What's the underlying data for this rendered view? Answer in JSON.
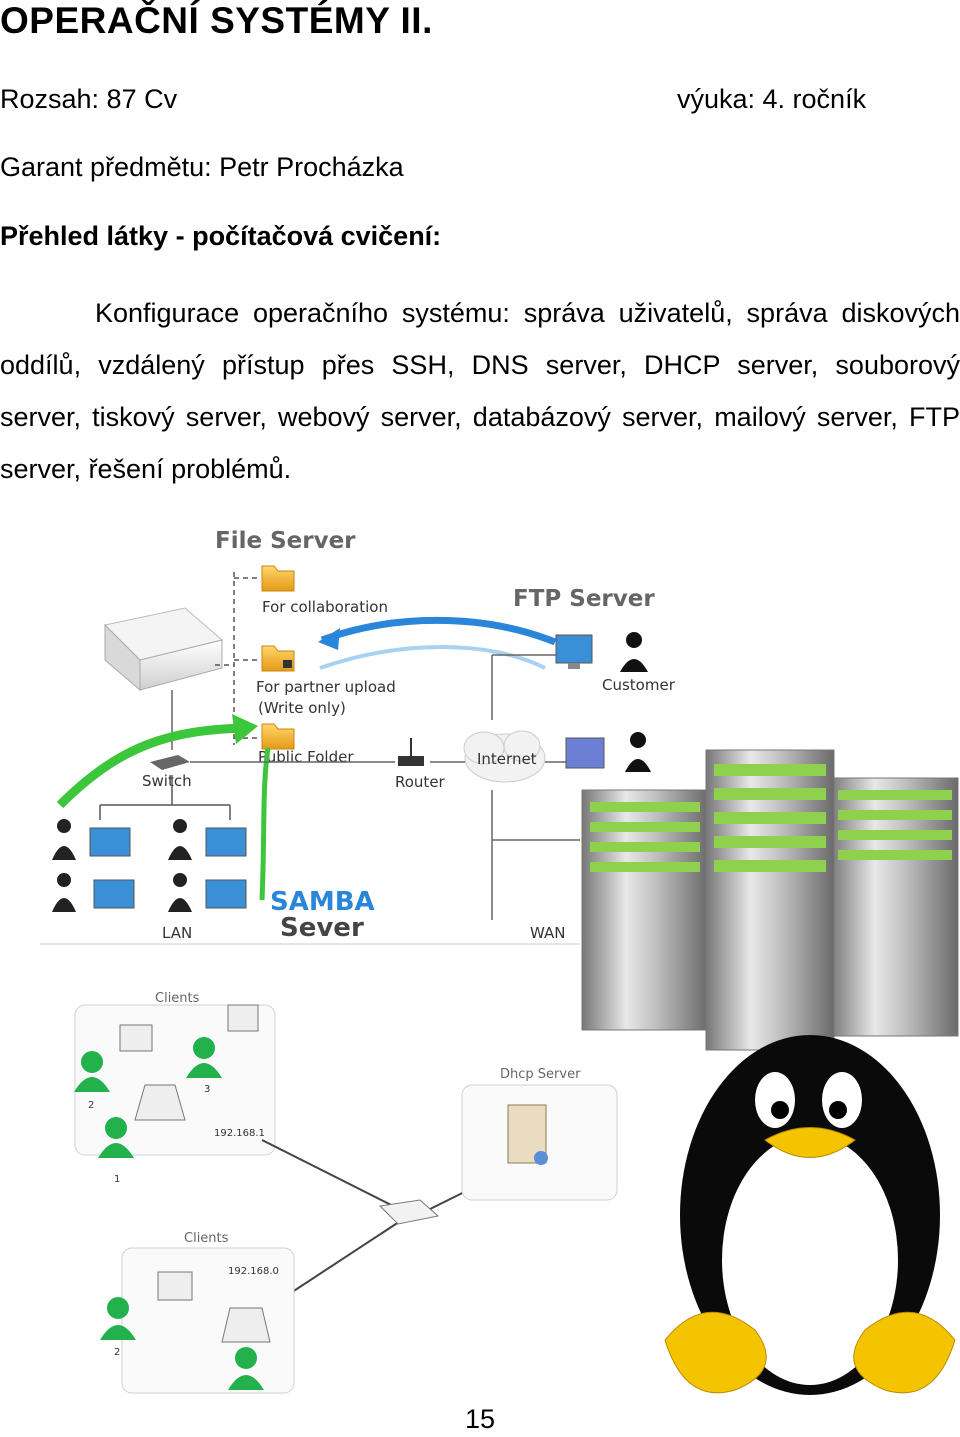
{
  "document": {
    "title": "OPERAČNÍ SYSTÉMY II.",
    "scope": "Rozsah: 87 Cv",
    "year": "výuka: 4. ročník",
    "guarantor": "Garant předmětu: Petr Procházka",
    "section_heading": "Přehled látky - počítačová cvičení:",
    "paragraph": "Konfigurace operačního systému: správa uživatelů, správa diskových oddílů, vzdálený přístup přes SSH, DNS server, DHCP server, souborový server, tiskový server, webový server, databázový server, mailový server, FTP server, řešení problémů.",
    "page_number": "15"
  },
  "network_diagram": {
    "file_server": "File Server",
    "for_collaboration": "For collaboration",
    "for_partner_upload": "For partner upload",
    "write_only": "(Write only)",
    "public_folder": "Public Folder",
    "ftp_server": "FTP Server",
    "customer": "Customer",
    "switch": "Switch",
    "router": "Router",
    "internet": "Internet",
    "samba": "SAMBA",
    "sever": "Sever",
    "lan": "LAN",
    "wan": "WAN"
  },
  "dhcp_diagram": {
    "clients_top": "Clients",
    "clients_bottom": "Clients",
    "dhcp_server": "Dhcp Server",
    "ip_top": "192.168.1",
    "ip_bottom": "192.168.0",
    "n1": "1",
    "n2": "2",
    "n3": "3",
    "m1": "1",
    "m2": "2"
  },
  "colors": {
    "accent_blue": "#2a86d8",
    "accent_green": "#3cc63c",
    "server_green": "#8fd14f",
    "person_green": "#22b14c",
    "penguin_yellow": "#f5c400"
  }
}
